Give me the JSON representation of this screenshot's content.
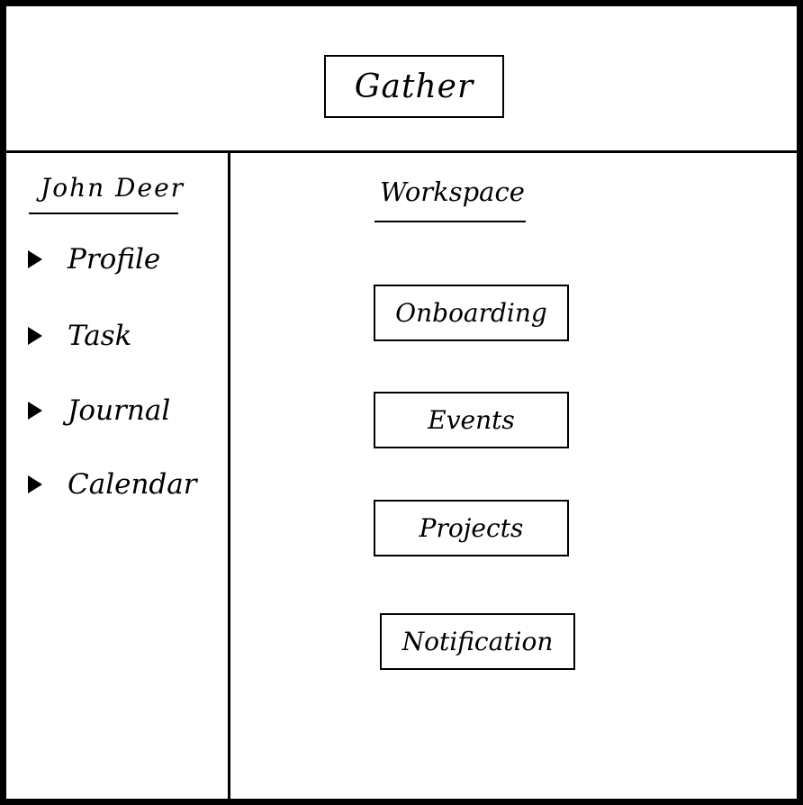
{
  "header": {
    "app_title": "Gather"
  },
  "sidebar": {
    "user_name": "John Deer",
    "items": [
      {
        "label": "Profile",
        "icon": "arrow-right-icon"
      },
      {
        "label": "Task",
        "icon": "arrow-right-icon"
      },
      {
        "label": "Journal",
        "icon": "arrow-right-icon"
      },
      {
        "label": "Calendar",
        "icon": "arrow-right-icon"
      }
    ]
  },
  "main": {
    "title": "Workspace",
    "buttons": [
      {
        "label": "Onboarding"
      },
      {
        "label": "Events"
      },
      {
        "label": "Projects"
      },
      {
        "label": "Notification"
      }
    ]
  }
}
